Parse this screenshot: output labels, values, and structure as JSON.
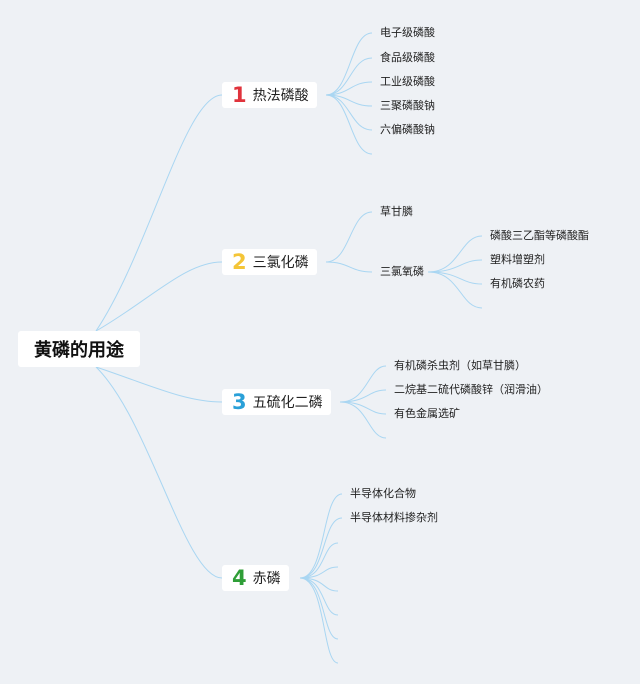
{
  "root": "黄磷的用途",
  "colors": {
    "line": "#a9d6f2",
    "num1": "#e0333c",
    "num2": "#f4c537",
    "num3": "#2aa0d8",
    "num4": "#2f9e37"
  },
  "branches": [
    {
      "number": "1",
      "label": "热法磷酸",
      "children": [
        "电子级磷酸",
        "食品级磷酸",
        "工业级磷酸",
        "三聚磷酸钠",
        "六偏磷酸钠"
      ]
    },
    {
      "number": "2",
      "label": "三氯化磷",
      "children": [
        "草甘膦",
        "三氯氧磷"
      ],
      "sub_children": [
        "磷酸三乙酯等磷酸酯",
        "塑料增塑剂",
        "有机磷农药"
      ]
    },
    {
      "number": "3",
      "label": "五硫化二磷",
      "children": [
        "有机磷杀虫剂（如草甘膦）",
        "二烷基二硫代磷酸锌（润滑油）",
        "有色金属选矿"
      ]
    },
    {
      "number": "4",
      "label": "赤磷",
      "children": [
        "半导体化合物",
        "半导体材料掺杂剂"
      ]
    }
  ]
}
